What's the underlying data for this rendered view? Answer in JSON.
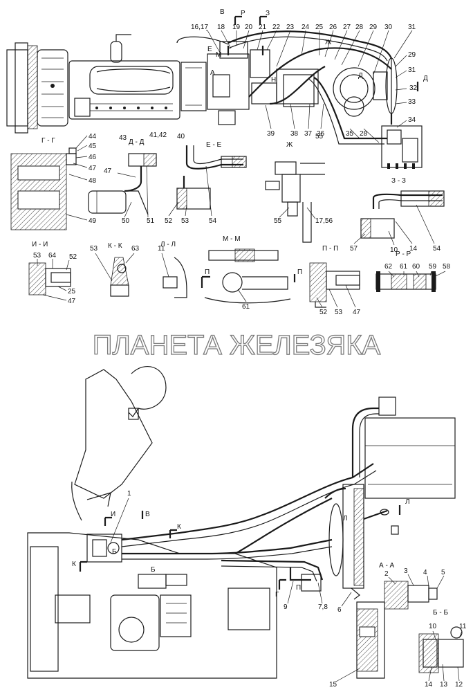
{
  "watermark": "ПЛАНЕТА ЖЕЛЕЗЯКА",
  "section_labels": {
    "GG": "Г - Г",
    "DD": "Д - Д",
    "EE": "Е - Е",
    "ZH": "Ж",
    "ZZ": "З - З",
    "II": "И - И",
    "KK": "К - К",
    "LL": "Л - Л",
    "MM": "М - М",
    "PP": "П - П",
    "RR": "Р - Р",
    "AA": "А - А",
    "BB": "Б - Б"
  },
  "view_marks": {
    "V": "В",
    "R": "Р",
    "Z": "З",
    "E": "Е",
    "M": "М",
    "A": "А",
    "N": "Н",
    "ZH": "Ж",
    "D": "Д",
    "G": "Г",
    "P": "П",
    "I": "И",
    "K": "К",
    "L": "Л",
    "B": "Б"
  },
  "callouts_top": [
    "16,17",
    "18",
    "19",
    "20",
    "21",
    "22",
    "23",
    "24",
    "25",
    "26",
    "27",
    "28",
    "29",
    "30",
    "31",
    "29",
    "31",
    "32",
    "33",
    "34",
    "39",
    "38",
    "37",
    "36",
    "35",
    "28"
  ],
  "callouts_sections": [
    "44",
    "45",
    "46",
    "47",
    "48",
    "49",
    "43",
    "41,42",
    "47",
    "50",
    "51",
    "40",
    "52",
    "53",
    "54",
    "55",
    "17,56",
    "57",
    "10",
    "14",
    "54",
    "53",
    "64",
    "52",
    "25",
    "47",
    "53",
    "63",
    "11",
    "61",
    "52",
    "53",
    "47",
    "62",
    "61",
    "60",
    "59",
    "58"
  ],
  "callouts_bottom": [
    "1",
    "9",
    "7,8",
    "6",
    "2",
    "3",
    "4",
    "5",
    "15",
    "10",
    "11",
    "14",
    "13",
    "12"
  ]
}
